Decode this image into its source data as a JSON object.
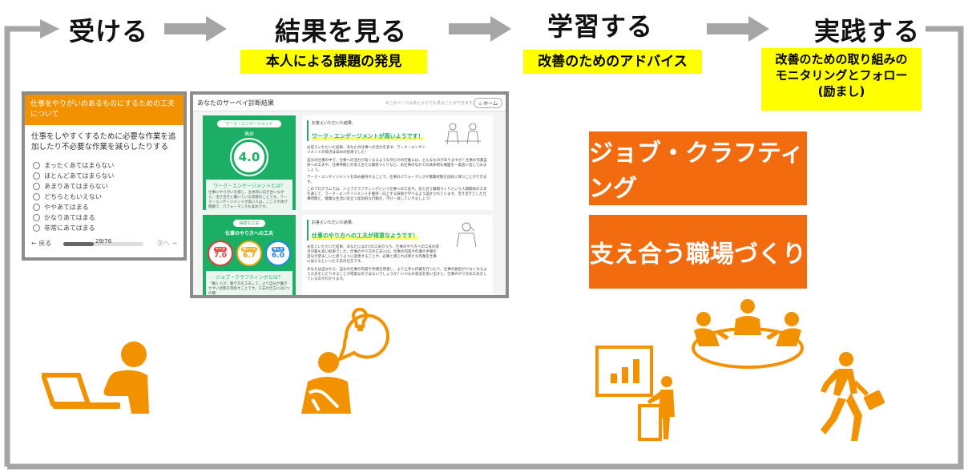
{
  "steps": [
    "受ける",
    "結果を見る",
    "学習する",
    "実践する"
  ],
  "subtitles": {
    "result": "本人による課題の発見",
    "learn": "改善のためのアドバイス",
    "practice": "改善のための取り組みの\nモニタリングとフォロー\n(励まし)"
  },
  "programs": [
    "ジョブ・クラフティング",
    "支え合う職場づくり"
  ],
  "survey": {
    "title": "仕事をやりがいのあるものにするための工夫について",
    "question": "仕事をしやすくするために必要な作業を追加したり不必要な作業を減らしたりする",
    "options": [
      "まったくあてはまらない",
      "ほとんどあてはまらない",
      "あまりあてはまらない",
      "どちらともいえない",
      "ややあてはまる",
      "かなりあてはまる",
      "非常にあてはまる"
    ],
    "back": "戻る",
    "progress_label": "29/76",
    "progress": 0.38,
    "next": "次へ"
  },
  "results": {
    "title": "あなたのサーベイ診断結果",
    "note": "※このページはあとからでも見ることができます。",
    "home": "ホーム",
    "engagement": {
      "tag": "ワーク・エンゲージメント",
      "level": "高め",
      "score": "4.0",
      "what": "ワーク・エンゲージメントとは？",
      "desc": "仕事にやりがいを感じ、主体的に向き合いながら、活き活きと働いている状態のことです。ワーク・エンゲージメントが高い人は、こころや体が健康で、パフォーマンスも高めです。",
      "greeting": "お答えいただいた結果、",
      "headline": "ワーク・エンゲージメントが高いようです！",
      "body1": "お答えいただいた結果、あなたの仕事への活力を表す、ワーク・エンゲイジメントの得点は高めの結果でした！",
      "body2": "自分の仕事の中で、仕事への活力が高くなるような何らかの行動には、どんなものがありますか？仕事の作業自体への工夫や、仕事仲間との支え合える関係づくりなど、お仕事のなかでの具体例な場面を一度思い出してみましょう。",
      "body3": "ワーク・エンゲイジメントを高め維持することで、仕事のパフォーマンスや健康状態を良好に保つことができます。",
      "body4": "このプログラムでは、ジョブクラフティングという仕事への工夫や、支え合う職場づくりという人間関係の工夫を通じて、ワーク・エンゲイジメントを維持・向上する技術が学べるよう設計されています。活き活きとした仕事時間と、健康な生活に役立つ実効的な行動を、学び・試していきましょう！"
    },
    "crafting": {
      "tag": "得意な工夫",
      "subtitle": "仕事のやり方への工夫",
      "scores": [
        {
          "label": "やり方",
          "value": "7.0",
          "color": "#e53935"
        },
        {
          "label": "関わり方",
          "value": "6.7",
          "color": "#f4a300"
        },
        {
          "label": "考え方",
          "value": "6.0",
          "color": "#1e88e5"
        }
      ],
      "what": "ジョブ・クラフティングとは？",
      "desc": "「働く人が、働き方を工夫して、より自分が働きやすい状態を目指すことです。工夫の仕方には3つの種",
      "greeting": "お答えいただいた結果、",
      "headline": "仕事のやり方への工夫が得意なようです！",
      "body1": "お答えいただいた結果、あなたには3つの工夫のうち、仕事のやり方への工夫の得点が最も高い結果でした。仕事のやり方の工夫とは、仕事の内容や作業の手順を自分が望ましいと思うように変更することや、必要と感じれば新たな作業を仕事に加えるといった工夫の仕方です。",
      "body2": "あなたは自分から、自分の仕事の内容や手順を改善し、より上手に作業を行ったり、仕事の負担が少なくなるよう工夫をしたりすることが得意なのではないでしょうか？いつもの状況を思い出すと、仕事のやり方の工夫をしているのがわかります。"
    }
  },
  "colors": {
    "orange": "#f26b0f",
    "icon_orange": "#f39200",
    "yellow": "#ffff00",
    "gray": "#a6a6a6",
    "green": "#1aaf64"
  }
}
